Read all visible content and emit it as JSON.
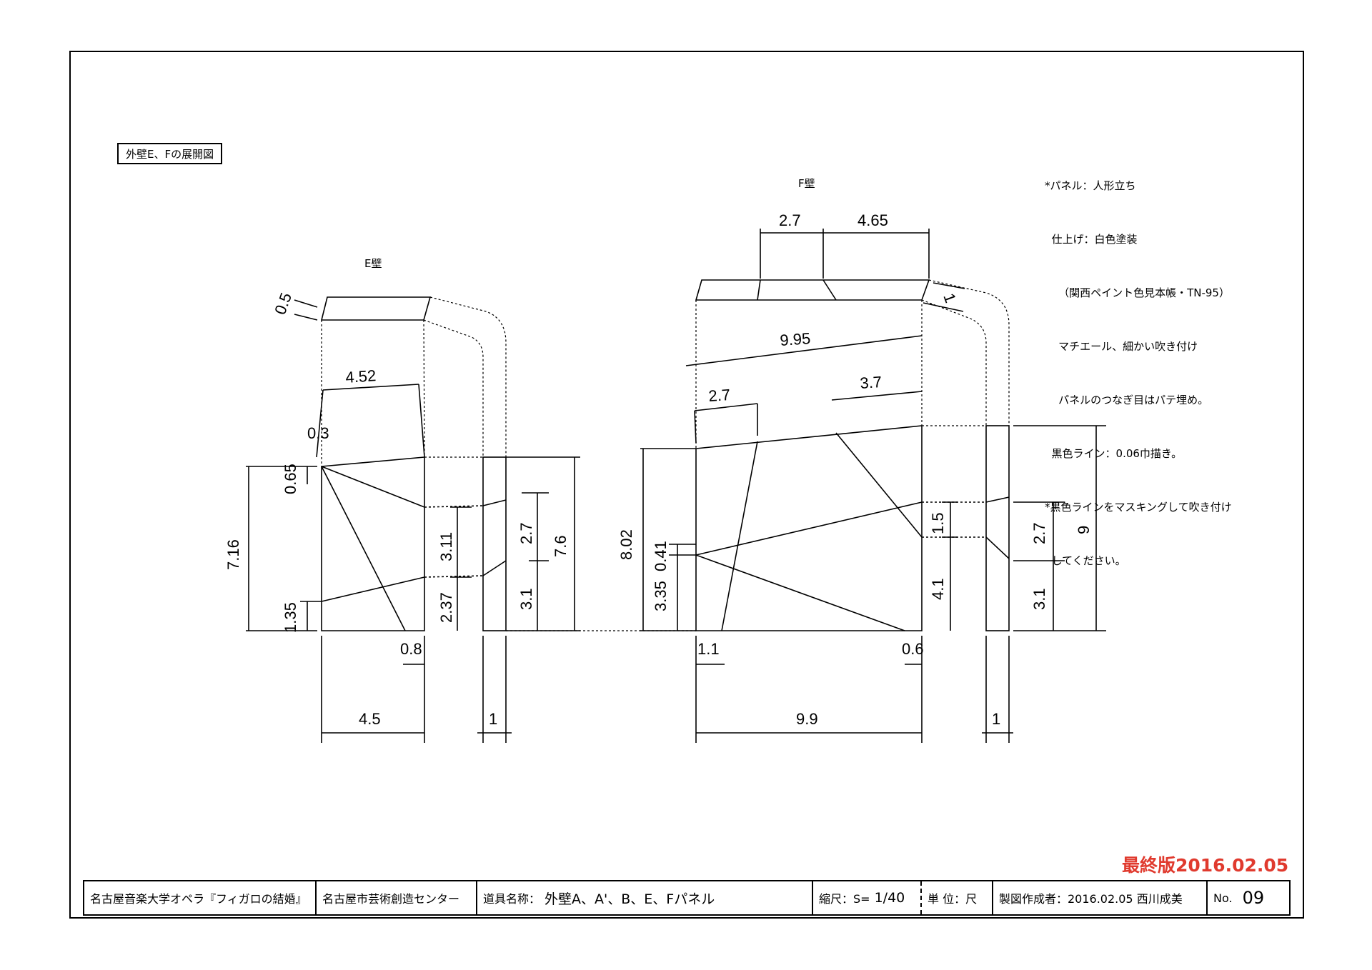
{
  "sheet_label": "外壁E、Fの展開図",
  "e_wall": {
    "title": "E壁",
    "dims": {
      "top_thickness": "0.5",
      "top_width": "4.52",
      "offset_small": "0.3",
      "left_top": "0.65",
      "left_height": "7.16",
      "left_bottom": "1.35",
      "mid_upper": "3.11",
      "mid_lower": "2.37",
      "side_upper": "2.7",
      "side_lower": "3.1",
      "side_total": "7.6",
      "bottom_offset": "0.8",
      "base_width": "4.5",
      "side_width": "1"
    }
  },
  "f_wall": {
    "title": "F壁",
    "dims": {
      "top_a": "2.7",
      "top_b": "4.65",
      "side_thickness": "1",
      "diag_total": "9.95",
      "diag_left": "2.7",
      "diag_right": "3.7",
      "left_height": "8.02",
      "left_small": "0.41",
      "left_lower": "3.35",
      "right_mid": "1.5",
      "right_lower": "4.1",
      "side_upper": "2.7",
      "side_lower": "3.1",
      "side_total": "9",
      "bottom_left_offset": "1.1",
      "bottom_right_offset": "0.6",
      "base_width": "9.9",
      "side_width": "1"
    }
  },
  "notes": [
    "*パネル：人形立ち",
    "  仕上げ：白色塗装",
    "    （関西ペイント色見本帳・TN-95）",
    "    マチエール、細かい吹き付け",
    "    パネルのつなぎ目はパテ埋め。",
    "  黒色ライン：0.06巾描き。",
    "*黒色ラインをマスキングして吹き付け",
    "  してください。"
  ],
  "final_stamp": "最終版2016.02.05",
  "title_block": {
    "production": "名古屋音楽大学オペラ『フィガロの結婚』",
    "venue": "名古屋市芸術創造センター",
    "item_label": "道具名称：",
    "item_value": "外壁A、A'、B、E、Fパネル",
    "scale_label": "縮尺：S=",
    "scale_value": "1/40",
    "unit_label": "単 位：",
    "unit_value": "尺",
    "author": "製図作成者：2016.02.05 西川成美",
    "number_label": "No.",
    "number_value": "09"
  },
  "colors": {
    "line": "#000000",
    "stamp": "#e03a2e"
  }
}
